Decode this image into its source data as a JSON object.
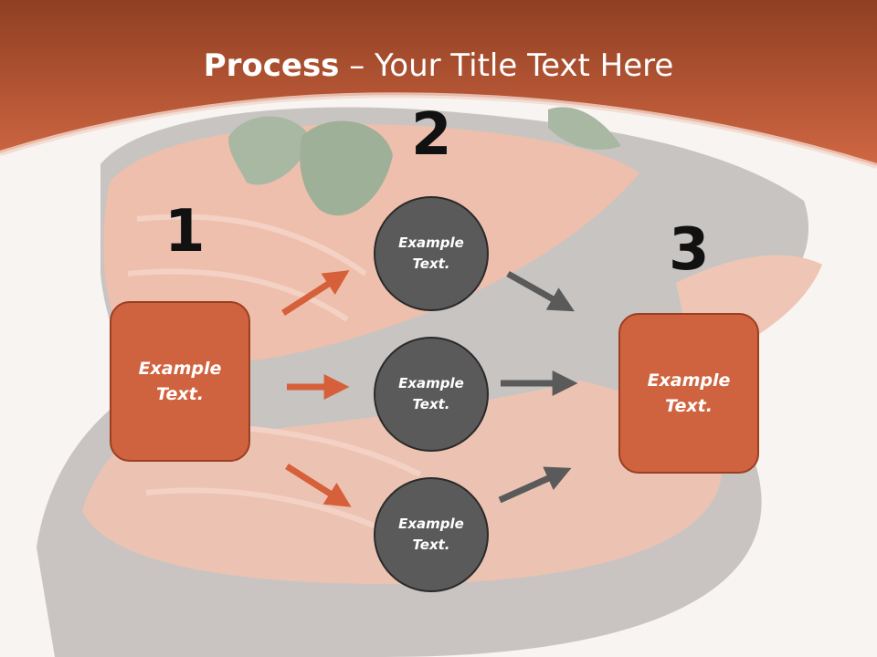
{
  "slide": {
    "title_bold": "Process",
    "title_rest": " – Your Title Text Here"
  },
  "steps": {
    "one": "1",
    "two": "2",
    "three": "3"
  },
  "left_box": {
    "text": "Example\nText."
  },
  "right_box": {
    "text": "Example\nText."
  },
  "circles": [
    {
      "text": "Example\nText."
    },
    {
      "text": "Example\nText."
    },
    {
      "text": "Example\nText."
    }
  ],
  "colors": {
    "accent": "#d0633f",
    "header": "#c7613f",
    "circle": "#5a5a5a",
    "arrow_orange": "#d6603a",
    "arrow_gray": "#5a5a5a"
  },
  "background_image": "salmon-steak-photo"
}
